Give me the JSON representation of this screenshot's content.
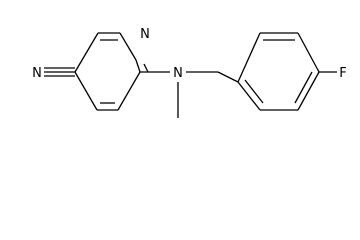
{
  "molecule": {
    "atoms": {
      "nitrile_nitrogen": "N",
      "pyridine_nitrogen": "N",
      "amine_nitrogen": "N",
      "fluorine": "F"
    }
  }
}
